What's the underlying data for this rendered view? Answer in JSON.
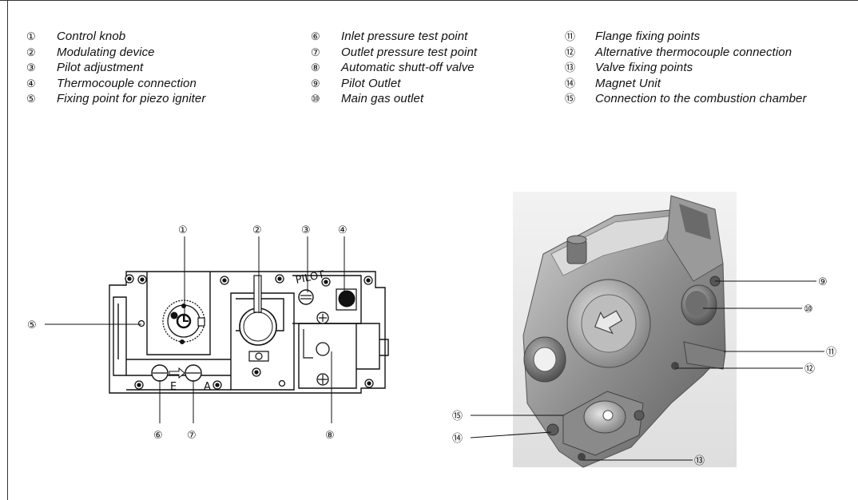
{
  "legend": {
    "col1": [
      {
        "num": "①",
        "text": "Control knob"
      },
      {
        "num": "②",
        "text": "Modulating device"
      },
      {
        "num": "③",
        "text": "Pilot adjustment"
      },
      {
        "num": "④",
        "text": "Thermocouple connection"
      },
      {
        "num": "⑤",
        "text": "Fixing point for piezo igniter"
      }
    ],
    "col2": [
      {
        "num": "⑥",
        "text": "Inlet pressure test point"
      },
      {
        "num": "⑦",
        "text": "Outlet pressure test point"
      },
      {
        "num": "⑧",
        "text": "Automatic shutt-off valve"
      },
      {
        "num": "⑨",
        "text": "Pilot Outlet"
      },
      {
        "num": "⑩",
        "text": "Main gas outlet"
      }
    ],
    "col3": [
      {
        "num": "⑪",
        "text": "Flange fixing points"
      },
      {
        "num": "⑫",
        "text": "Alternative thermocouple connection"
      },
      {
        "num": "⑬",
        "text": "Valve fixing points"
      },
      {
        "num": "⑭",
        "text": "Magnet Unit"
      },
      {
        "num": "⑮",
        "text": "Connection to the combustion chamber"
      }
    ]
  },
  "front_view": {
    "callouts": {
      "c1": "①",
      "c2": "②",
      "c3": "③",
      "c4": "④",
      "c5": "⑤",
      "c6": "⑥",
      "c7": "⑦",
      "c8": "⑧"
    },
    "inlet_marker": "E",
    "outlet_marker": "A",
    "pilot_label": "PILOT"
  },
  "iso_view": {
    "callouts": {
      "c9": "⑨",
      "c10": "⑩",
      "c11": "⑪",
      "c12": "⑫",
      "c13": "⑬",
      "c14": "⑭",
      "c15": "⑮"
    }
  }
}
